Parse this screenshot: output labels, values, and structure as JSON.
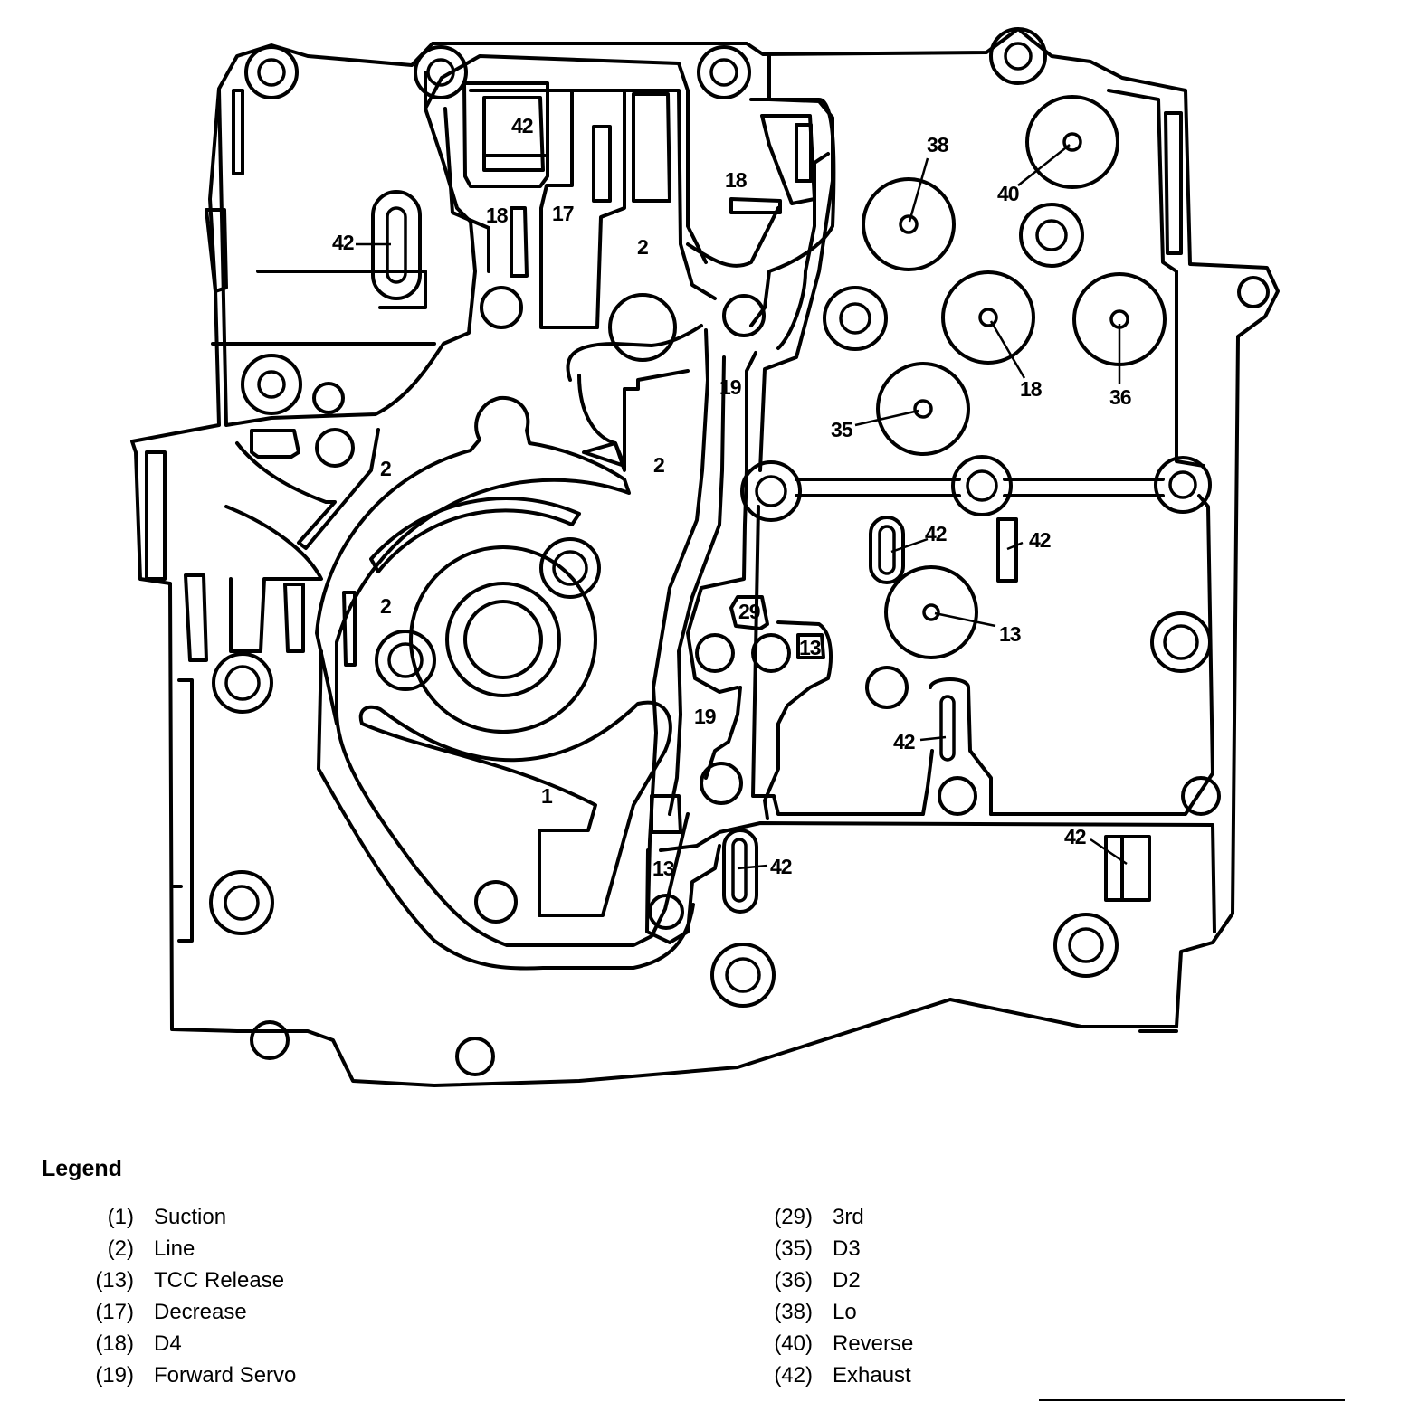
{
  "diagram": {
    "labels": {
      "l42_top": "42",
      "l42_left": "42",
      "l18_a": "18",
      "l17": "17",
      "l18_b": "18",
      "l2_top": "2",
      "l19_top": "19",
      "l2_mid_left": "2",
      "l2_mid_right": "2",
      "l2_center": "2",
      "l29": "29",
      "l13_a": "13",
      "l19_bottom": "19",
      "l1": "1",
      "l13_b": "13",
      "l42_bottom_mid": "42",
      "l38": "38",
      "l40": "40",
      "l18_right": "18",
      "l36": "36",
      "l35": "35",
      "l42_right_a": "42",
      "l42_right_b": "42",
      "l13_right": "13",
      "l42_right_c": "42",
      "l42_bottom_right": "42"
    }
  },
  "legend": {
    "title": "Legend",
    "left": [
      {
        "code": "(1)",
        "name": "Suction"
      },
      {
        "code": "(2)",
        "name": "Line"
      },
      {
        "code": "(13)",
        "name": "TCC Release"
      },
      {
        "code": "(17)",
        "name": "Decrease"
      },
      {
        "code": "(18)",
        "name": "D4"
      },
      {
        "code": "(19)",
        "name": "Forward Servo"
      }
    ],
    "right": [
      {
        "code": "(29)",
        "name": "3rd"
      },
      {
        "code": "(35)",
        "name": "D3"
      },
      {
        "code": "(36)",
        "name": "D2"
      },
      {
        "code": "(38)",
        "name": "Lo"
      },
      {
        "code": "(40)",
        "name": "Reverse"
      },
      {
        "code": "(42)",
        "name": "Exhaust"
      }
    ]
  }
}
